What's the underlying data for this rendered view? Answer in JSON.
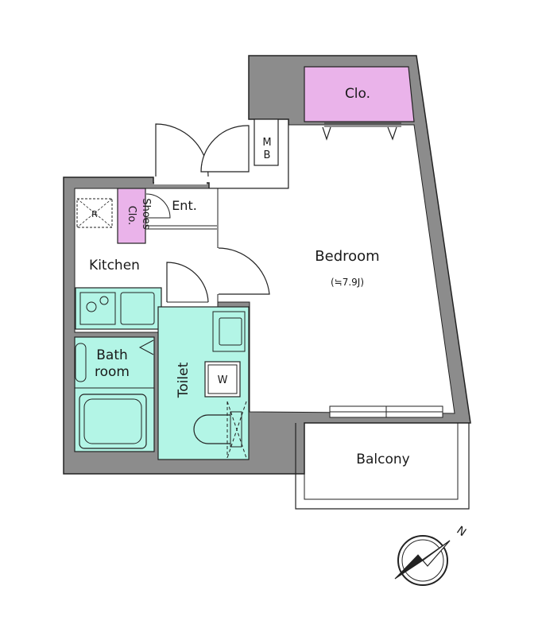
{
  "rooms": {
    "closet": "Clo.",
    "meter_box_line1": "M",
    "meter_box_line2": "B",
    "entrance": "Ent.",
    "refrigerator": "R",
    "shoes_closet_line1": "Shoes",
    "shoes_closet_line2": "Clo.",
    "kitchen": "Kitchen",
    "bedroom": "Bedroom",
    "bedroom_size": "(≒7.9J)",
    "bath_line1": "Bath",
    "bath_line2": "room",
    "toilet": "Toilet",
    "washer": "W",
    "balcony": "Balcony"
  },
  "compass": {
    "north_label": "N"
  },
  "colors": {
    "wall": "#8c8c8c",
    "closet": "#eab3ea",
    "wet_area": "#b3f5e6",
    "line": "#222222",
    "floor": "#ffffff"
  }
}
